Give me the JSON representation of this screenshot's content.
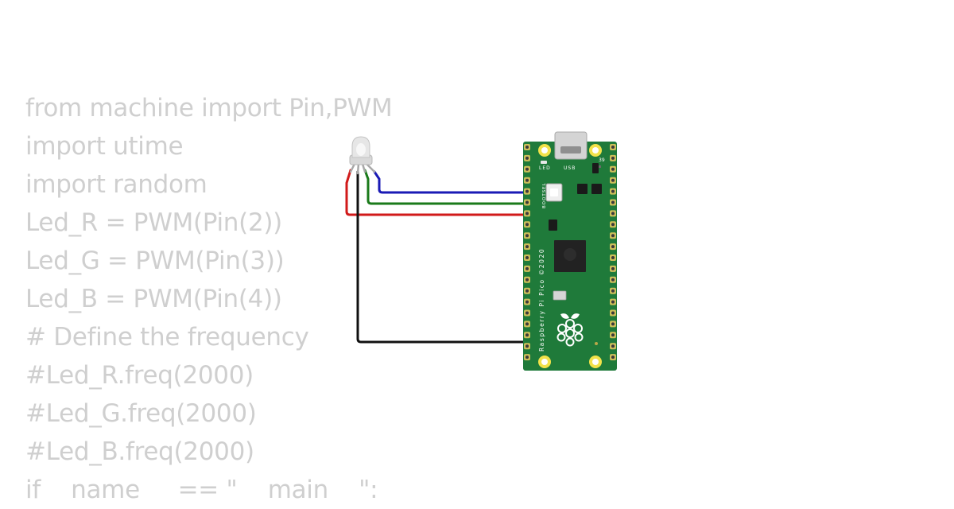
{
  "code": {
    "lines": [
      "from machine import Pin,PWM",
      "import utime",
      "import random",
      "Led_R = PWM(Pin(2))",
      "Led_G = PWM(Pin(3))",
      "Led_B = PWM(Pin(4))",
      "# Define the frequency",
      "#Led_R.freq(2000)",
      "#Led_G.freq(2000)",
      "#Led_B.freq(2000)",
      "if    name     == \"    main    \":"
    ]
  },
  "board": {
    "led_label": "LED",
    "usb_label": "USB",
    "bootsel_label": "BOOTSEL",
    "pin_number": "39",
    "silkscreen": "Raspberry Pi Pico ©2020",
    "pcb_color": "#1f7a3a",
    "pad_color": "#f2e24a"
  },
  "wires": {
    "red": "#d11a1a",
    "green": "#1a7a1a",
    "blue": "#1a1ab5",
    "black": "#111111"
  }
}
